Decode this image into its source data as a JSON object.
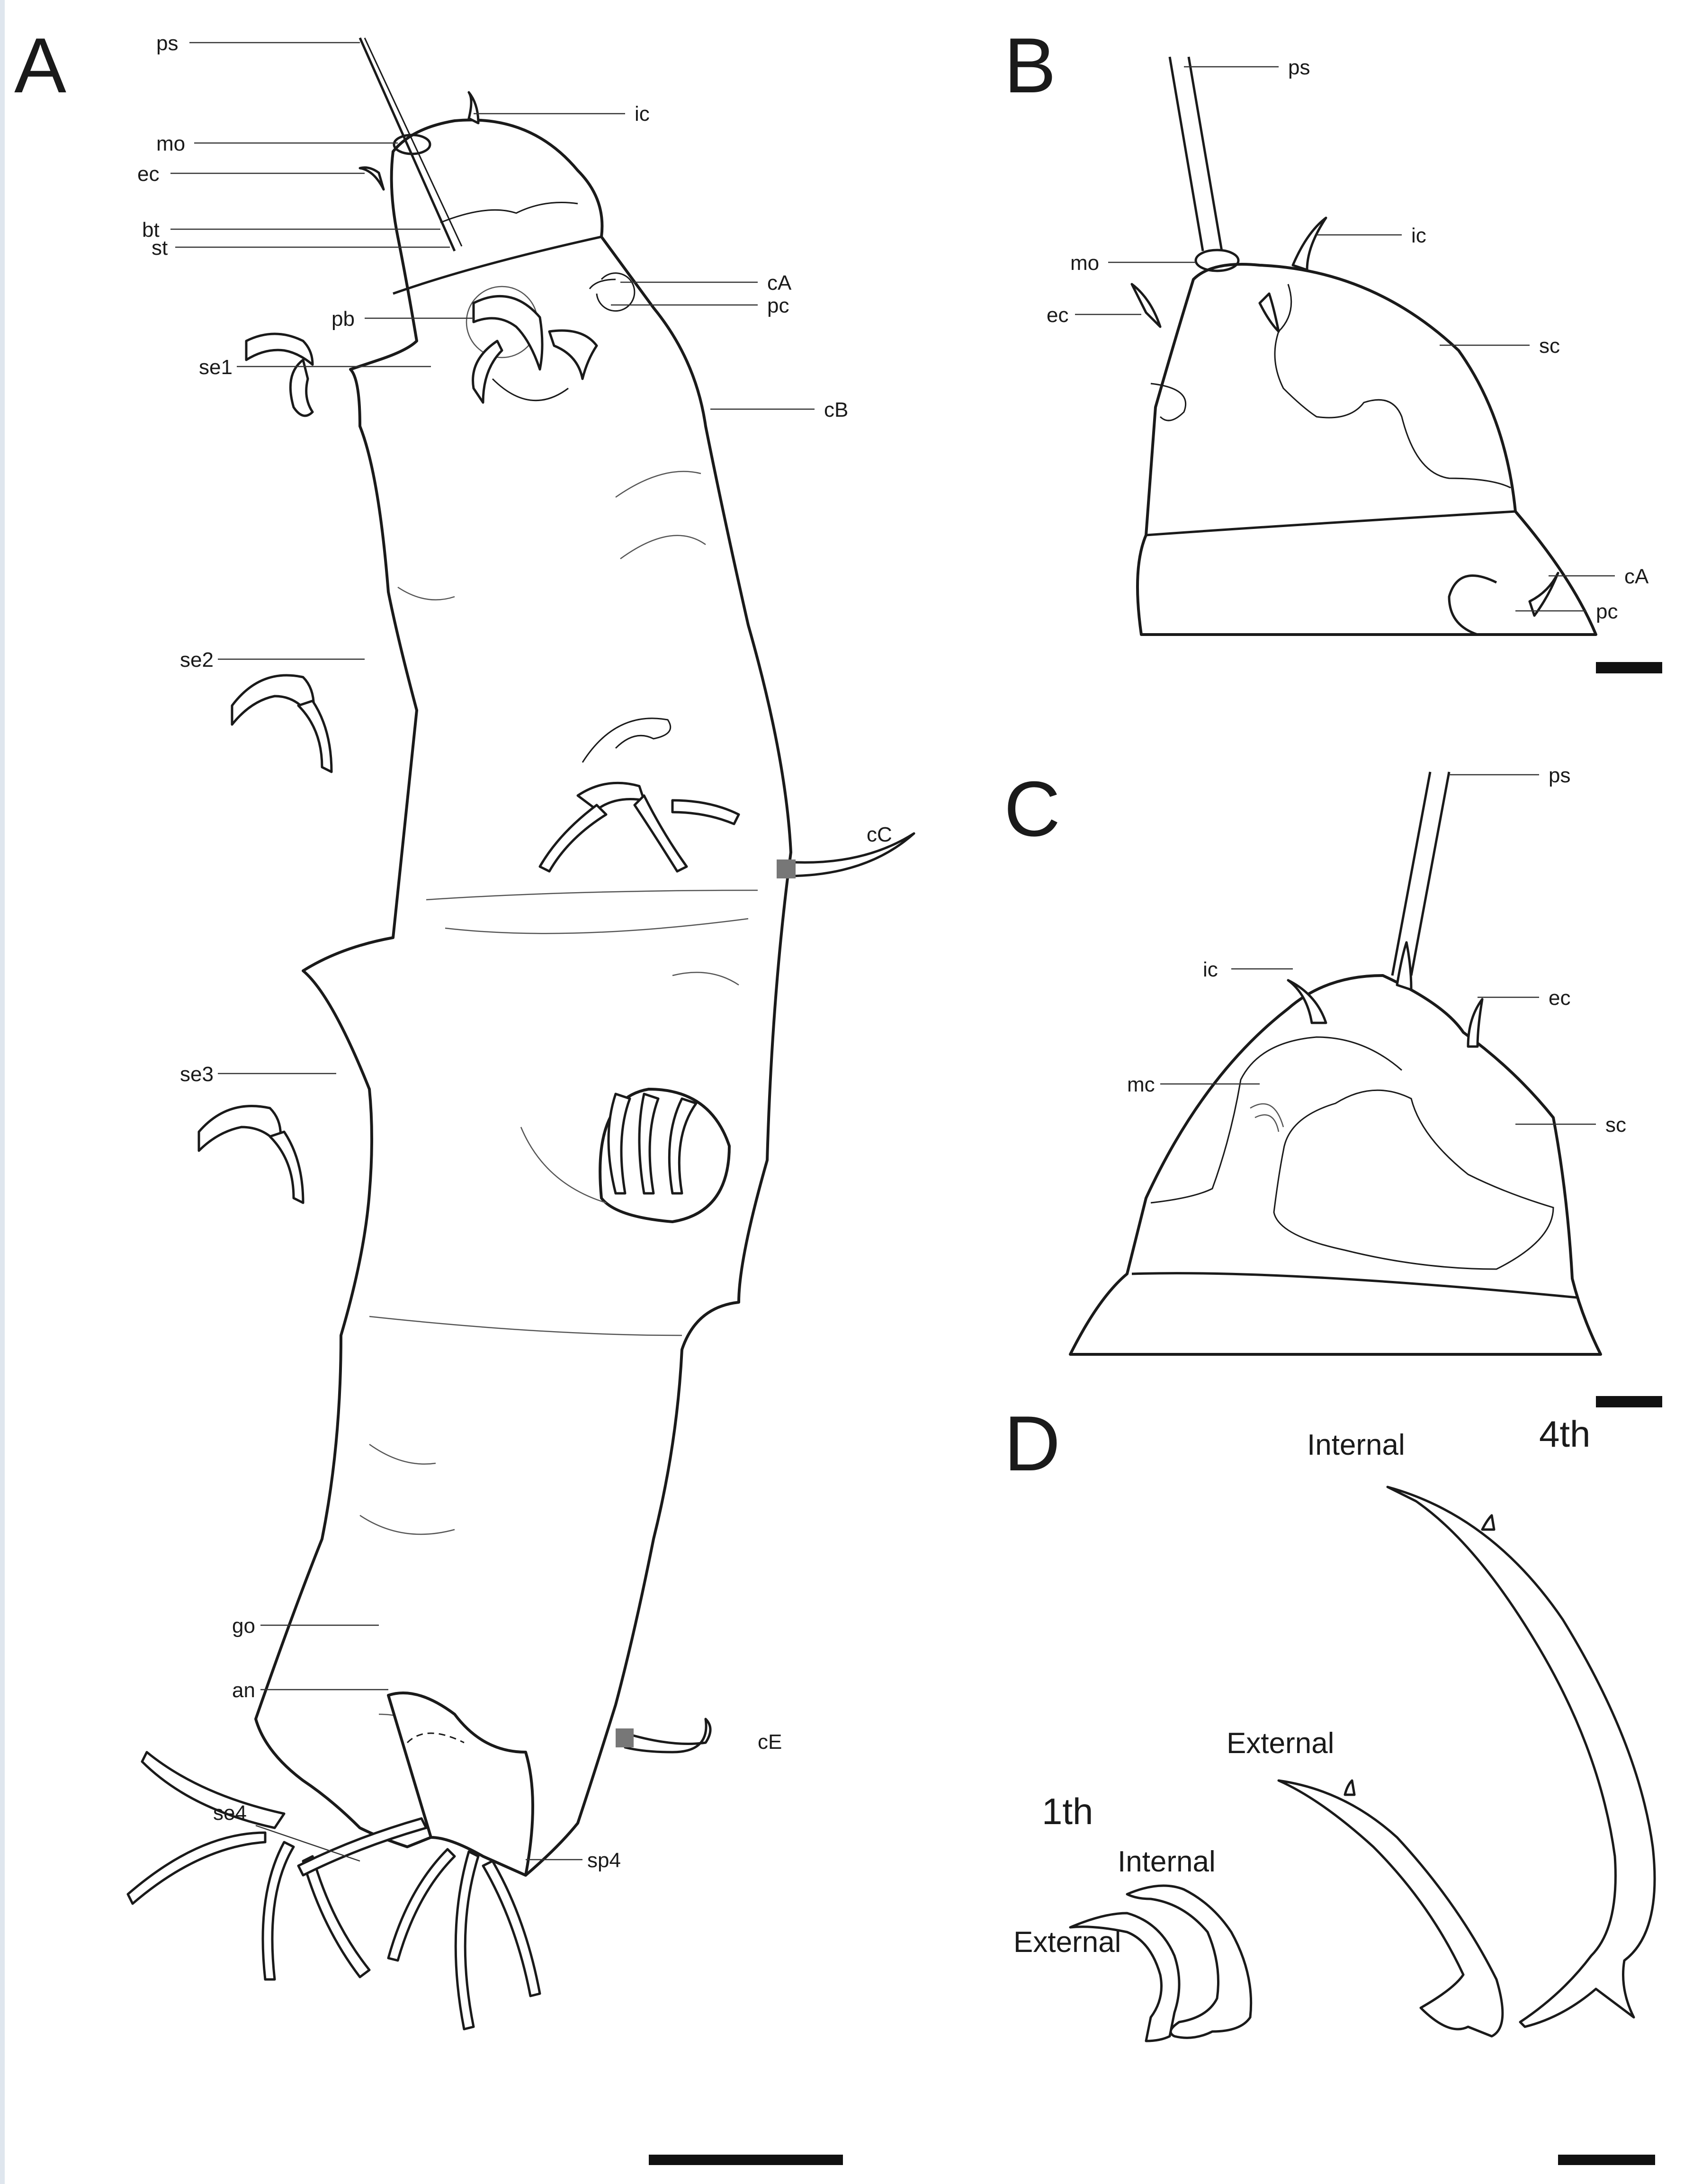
{
  "panels": {
    "A": {
      "letter": "A",
      "labels": {
        "ps": "ps",
        "mo": "mo",
        "ec": "ec",
        "bt": "bt",
        "st": "st",
        "ic": "ic",
        "cA": "cA",
        "pc": "pc",
        "pb": "pb",
        "se1": "se1",
        "cB": "cB",
        "se2": "se2",
        "cC": "cC",
        "se3": "se3",
        "go": "go",
        "an": "an",
        "cE": "cE",
        "se4": "se4",
        "sp4": "sp4"
      }
    },
    "B": {
      "letter": "B",
      "labels": {
        "ps": "ps",
        "ic": "ic",
        "mo": "mo",
        "ec": "ec",
        "sc": "sc",
        "cA": "cA",
        "pc": "pc"
      }
    },
    "C": {
      "letter": "C",
      "labels": {
        "ps": "ps",
        "ic": "ic",
        "ec": "ec",
        "mc": "mc",
        "sc": "sc"
      }
    },
    "D": {
      "letter": "D",
      "labels": {
        "internal_4th": "Internal",
        "fourth": "4th",
        "external_4th": "External",
        "first": "1th",
        "internal_1th": "Internal",
        "external_1th": "External"
      }
    }
  },
  "colors": {
    "ink": "#1a1a1a",
    "background": "#ffffff",
    "edge_rule": "#dfe6ee"
  }
}
